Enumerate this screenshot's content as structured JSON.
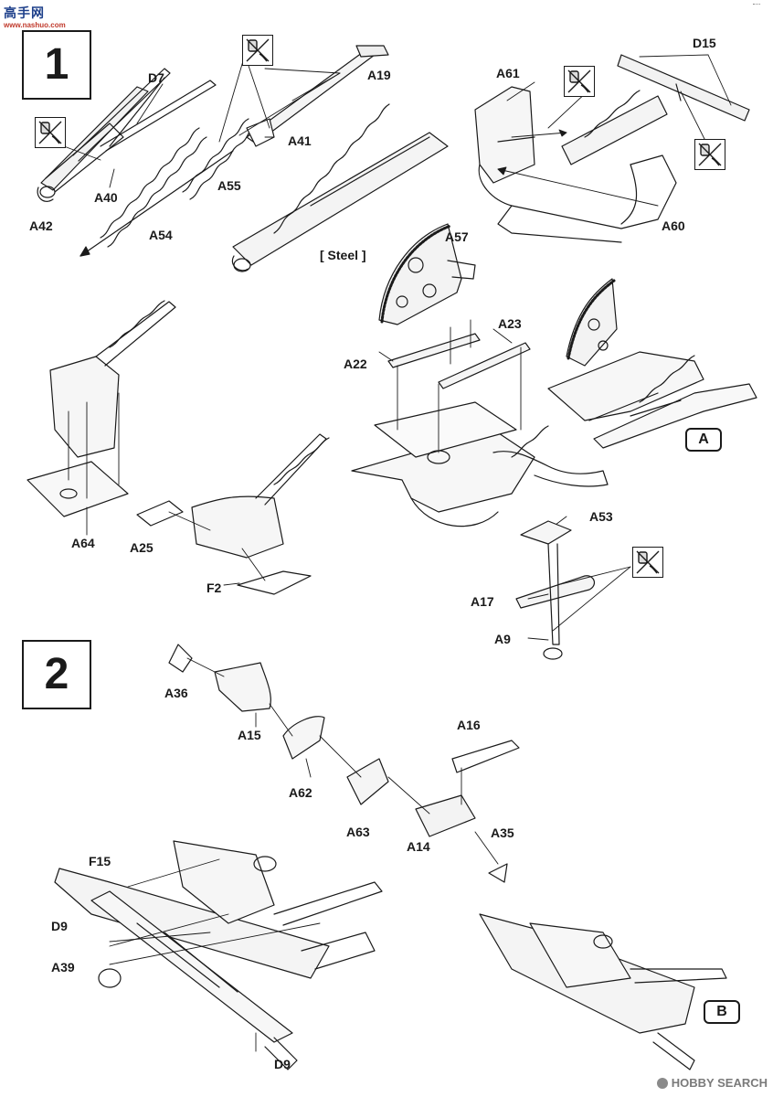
{
  "logo": {
    "brand": "高手网",
    "url": "www.nashuo.com"
  },
  "watermark": "HOBBY SEARCH",
  "steps": [
    {
      "number": "1"
    },
    {
      "number": "2"
    }
  ],
  "subassemblies": {
    "a": "A",
    "b": "B"
  },
  "material_note": "[ Steel ]",
  "labels": {
    "D7": "D7",
    "A19": "A19",
    "A41": "A41",
    "A40": "A40",
    "A42": "A42",
    "A55": "A55",
    "A54": "A54",
    "D15": "D15",
    "A61": "A61",
    "A60": "A60",
    "A57": "A57",
    "A23": "A23",
    "A22": "A22",
    "A53": "A53",
    "A17": "A17",
    "A9": "A9",
    "A64": "A64",
    "A25": "A25",
    "F2": "F2",
    "A36": "A36",
    "A15": "A15",
    "A16": "A16",
    "A62": "A62",
    "A63": "A63",
    "A14": "A14",
    "A35": "A35",
    "F15": "F15",
    "D9_top": "D9",
    "A39": "A39",
    "D9_bottom": "D9"
  },
  "icons": [
    "cement-icon"
  ]
}
